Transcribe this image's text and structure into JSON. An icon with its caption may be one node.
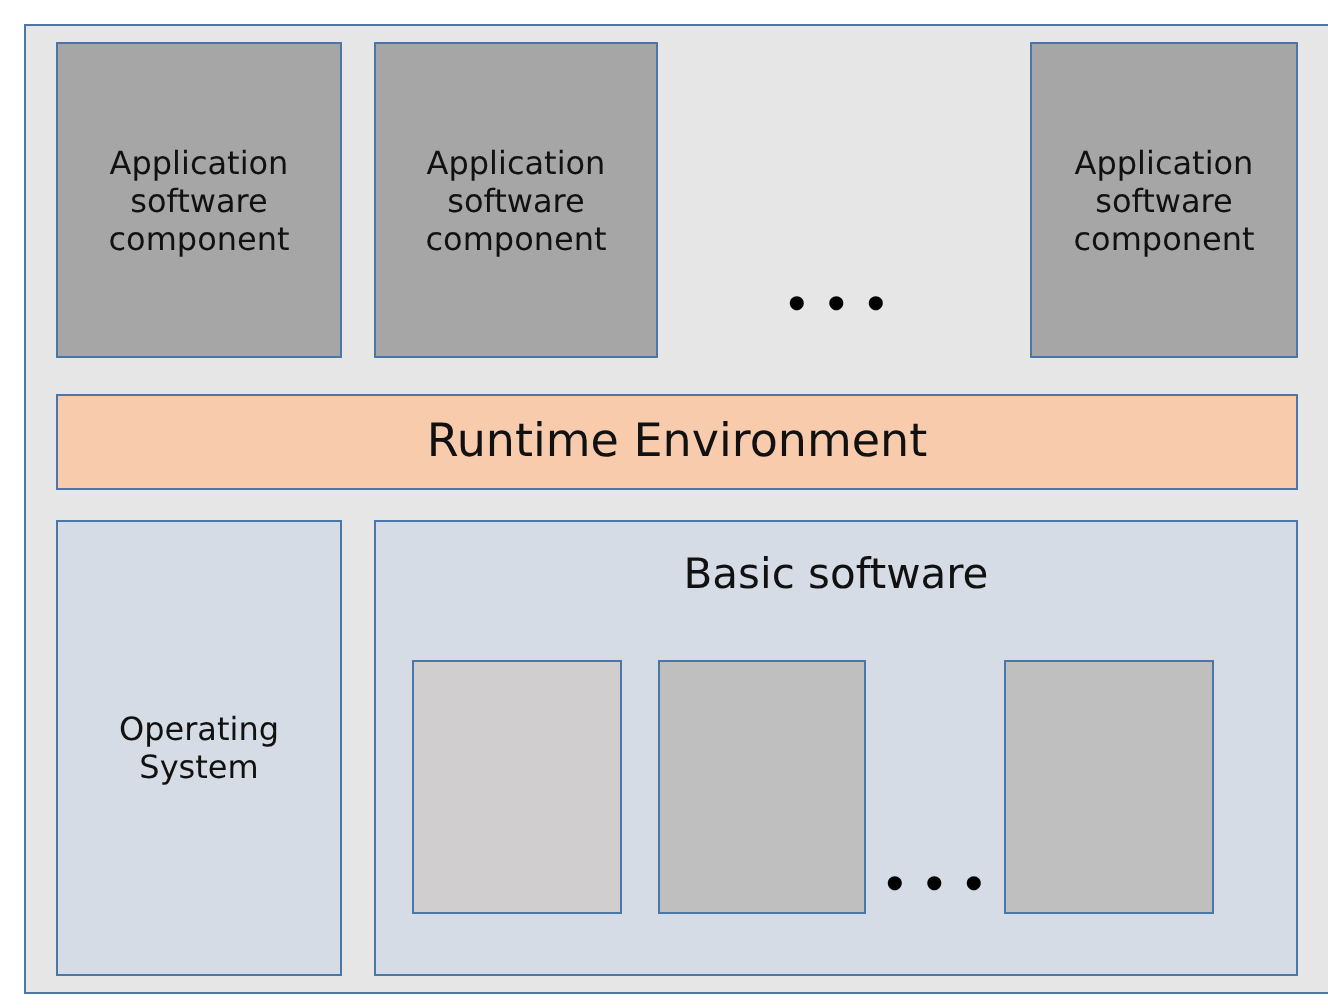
{
  "diagram": {
    "nodes": [
      {
        "text": [],
        "shape": "box"
      },
      {
        "text": [
          "Application software component"
        ],
        "in": 0
      },
      {
        "text": [
          "Application software component"
        ],
        "in": 0
      },
      {
        "text": [
          "Application software component"
        ],
        "in": 0
      },
      {
        "text": [
          "Runtime Environment"
        ],
        "in": 0
      },
      {
        "text": [
          "Operating System"
        ],
        "in": 0
      },
      {
        "text": [
          "Basic software"
        ],
        "in": 0
      },
      {
        "text": [],
        "shape": "box",
        "in": 6
      },
      {
        "text": [],
        "shape": "box",
        "in": 6
      },
      {
        "text": [],
        "shape": "box",
        "in": 6
      }
    ],
    "edges": [],
    "labels": [
      "• • •",
      "• • •"
    ]
  }
}
